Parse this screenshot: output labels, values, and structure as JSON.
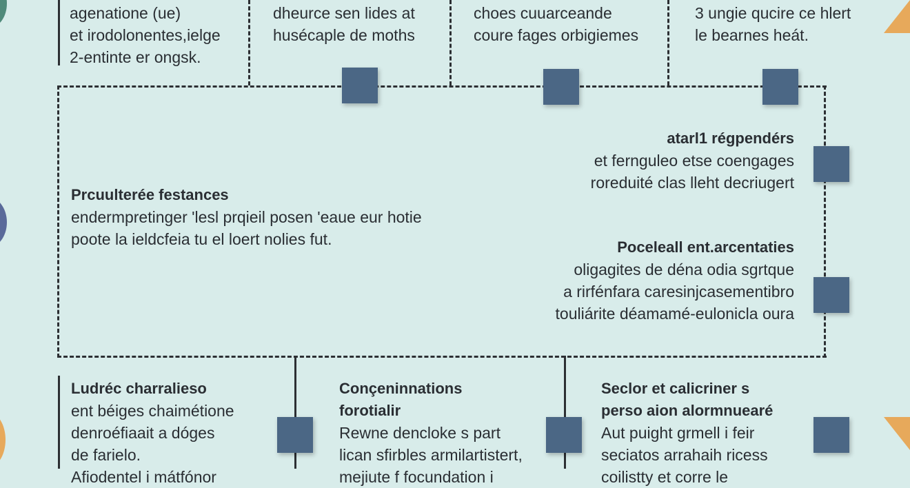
{
  "colors": {
    "background": "#d8ecea",
    "node": "#4b6785",
    "line": "#2c2f33",
    "accent_teal": "#4f8a7a",
    "accent_navy": "#5a6a9a",
    "accent_amber": "#e7a95b"
  },
  "top_cells": [
    {
      "lines": [
        "agenatione (ue)",
        "et irodolonentes,ielge",
        "2-entinte er ongsk."
      ]
    },
    {
      "lines": [
        "dheurce sen lides at",
        "husécaple de moths"
      ]
    },
    {
      "lines": [
        "choes cuuarceande",
        "coure fages orbigiemes"
      ]
    },
    {
      "lines": [
        "3 ungie qucire ce hlert",
        "le bearnes heát."
      ]
    }
  ],
  "center": {
    "left_block": {
      "title": "Prcuulterée festances",
      "lines": [
        "endermpretinger 'lesl prqieil posen  'eaue eur hotie",
        "poote la ieldcfeia tu el loert nolies fut."
      ]
    },
    "right_block_1": {
      "title": "atarl1 régpendérs",
      "lines": [
        "et fernguleo etse coengages",
        "roreduité clas lleht decriugert"
      ]
    },
    "right_block_2": {
      "title": "Poceleall ent.arcentaties",
      "lines": [
        "oligagites de déna odia sgrtque",
        "a rirfénfara caresinjcasementibro",
        "touliárite déamamé-eulonicla oura"
      ]
    }
  },
  "bottom_cells": [
    {
      "title": "Ludréc charralieso",
      "lines": [
        "ent béiges chaimétione",
        "denroéfiaait a dóges",
        "de farielo.",
        "Afiodentel i mátfónor"
      ]
    },
    {
      "title": "Conçeninnations",
      "subtitle": "forotialir",
      "lines": [
        "Rewne dencloke s part",
        "lican sfirbles armilartistert,",
        "mejiute f focundation i"
      ]
    },
    {
      "title": "Seclor et calicriner s",
      "subtitle": "perso aion alormnuearé",
      "lines": [
        "Aut puight grmell  i feir",
        "seciatos arrahaih ricess",
        "coilistty et corre le"
      ]
    }
  ]
}
